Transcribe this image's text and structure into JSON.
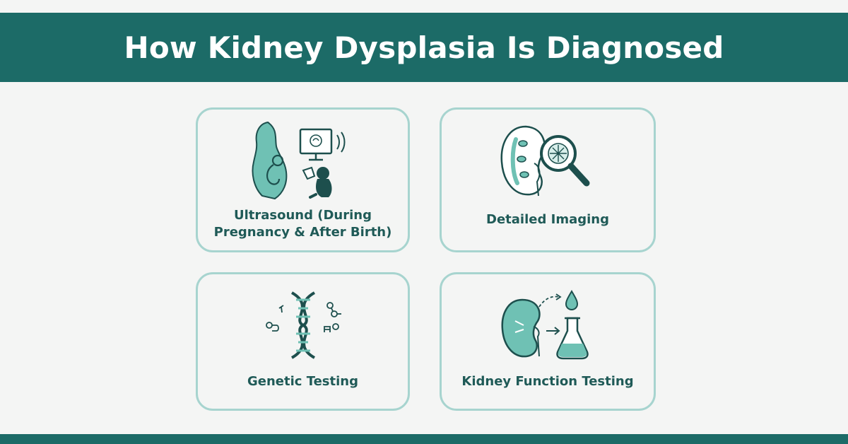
{
  "title": "How Kidney Dysplasia Is Diagnosed",
  "colors": {
    "banner": "#1c6b67",
    "card_border": "#a7d4cf",
    "label_text": "#1f5a57",
    "icon_fill": "#6fc1b4",
    "icon_dark": "#1d4f4d"
  },
  "cards": [
    {
      "label": "Ultrasound (During\nPregnancy & After Birth)",
      "icon": "ultrasound-icon"
    },
    {
      "label": "Detailed Imaging",
      "icon": "kidney-magnifier-icon"
    },
    {
      "label": "Genetic Testing",
      "icon": "dna-icon"
    },
    {
      "label": "Kidney Function Testing",
      "icon": "kidney-flask-icon"
    }
  ]
}
